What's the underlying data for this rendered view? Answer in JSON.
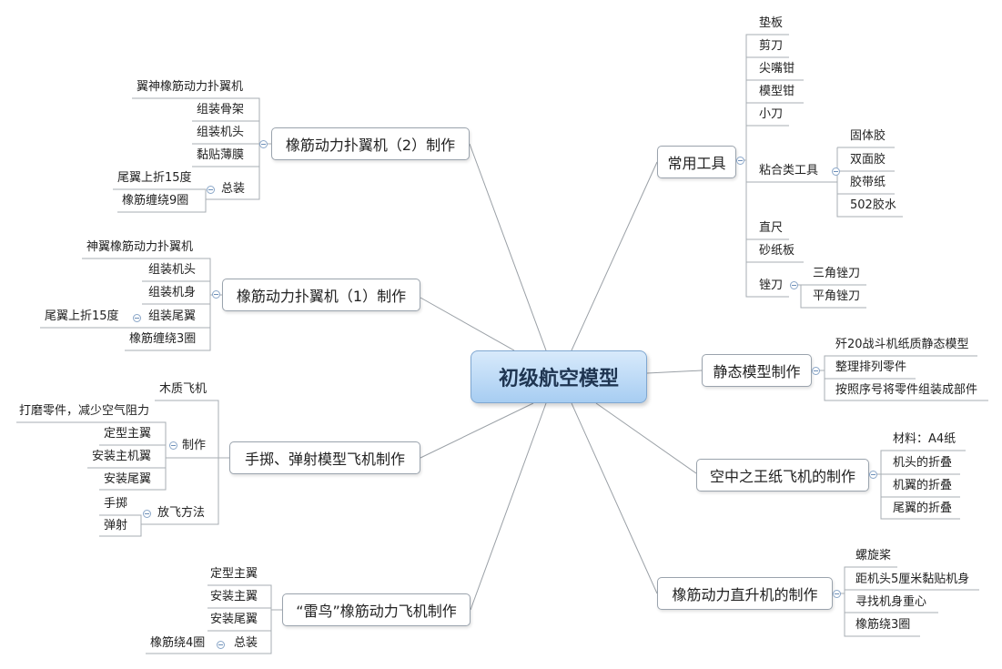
{
  "center": "初级航空模型",
  "branches": {
    "tools": "常用工具",
    "static": "静态模型制作",
    "paper": "空中之王纸飞机的制作",
    "heli": "橡筋动力直升机的制作",
    "leiniao": "“雷鸟”橡筋动力飞机制作",
    "throw": "手掷、弹射模型飞机制作",
    "flap1": "橡筋动力扑翼机（1）制作",
    "flap2": "橡筋动力扑翼机（2）制作"
  },
  "tools": {
    "dianban": "垫板",
    "jiandao": "剪刀",
    "jianzuiqian": "尖嘴钳",
    "moxingqian": "模型钳",
    "xiaodao": "小刀",
    "glue": "粘合类工具",
    "gutijiao": "固体胶",
    "shuangmianjiao": "双面胶",
    "jiaodaizhi": "胶带纸",
    "glue502": "502胶水",
    "zhichi": "直尺",
    "shazhiban": "砂纸板",
    "cuodao": "锉刀",
    "sanjiao": "三角锉刀",
    "pingjiao": "平角锉刀"
  },
  "static": {
    "j20": "歼20战斗机纸质静态模型",
    "arrange": "整理排列零件",
    "assemble": "按照序号将零件组装成部件"
  },
  "paper": {
    "material": "材料：A4纸",
    "head": "机头的折叠",
    "wing": "机翼的折叠",
    "tail": "尾翼的折叠"
  },
  "heli": {
    "propeller": "螺旋桨",
    "distance": "距机头5厘米黏贴机身",
    "balance": "寻找机身重心",
    "rubber": "橡筋绕3圈"
  },
  "leiniao": {
    "mainwing": "定型主翼",
    "installmain": "安装主翼",
    "installtail": "安装尾翼",
    "total": "总装",
    "rubber": "橡筋绕4圈"
  },
  "throw": {
    "wood": "木质飞机",
    "make": "制作",
    "polish": "打磨零件，减少空气阻力",
    "shape": "定型主翼",
    "installmain": "安装主机翼",
    "installtail": "安装尾翼",
    "fly": "放飞方法",
    "hand": "手掷",
    "catapult": "弹射"
  },
  "flap1": {
    "name": "神翼橡筋动力扑翼机",
    "head": "组装机头",
    "body": "组装机身",
    "tail": "组装尾翼",
    "fold": "尾翼上折15度",
    "rubber": "橡筋缠绕3圈"
  },
  "flap2": {
    "name": "翼神橡筋动力扑翼机",
    "frame": "组装骨架",
    "head": "组装机头",
    "film": "黏贴薄膜",
    "total": "总装",
    "fold": "尾翼上折15度",
    "rubber": "橡筋缠绕9圈"
  }
}
